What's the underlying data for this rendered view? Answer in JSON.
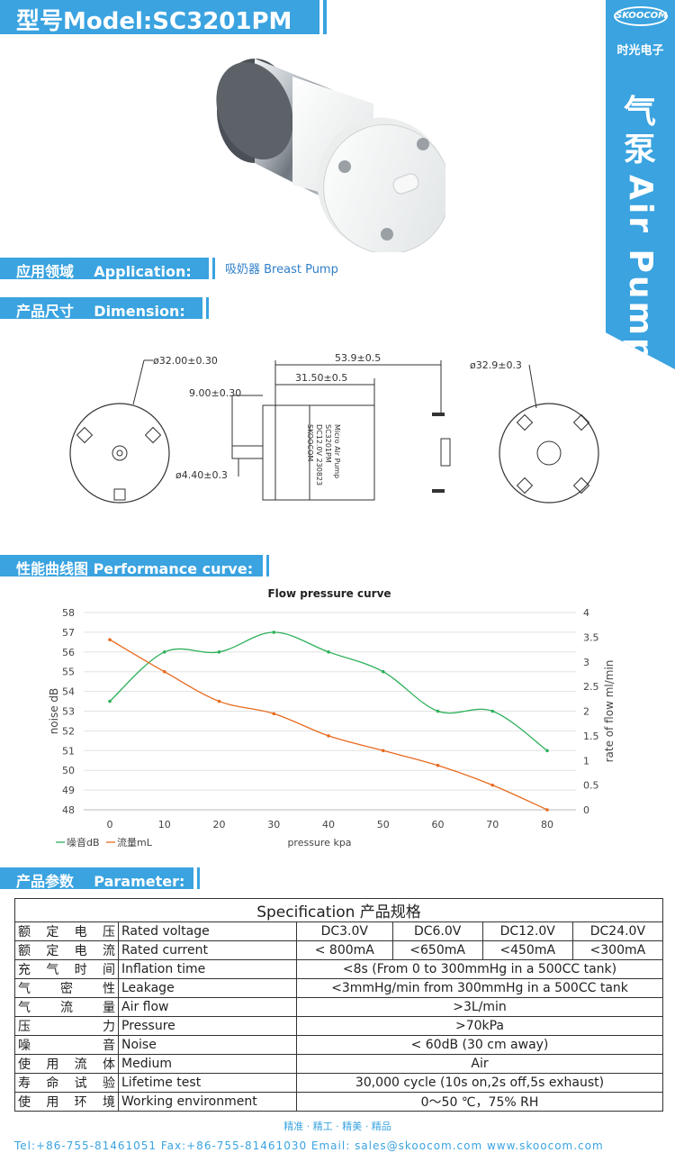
{
  "header": {
    "model_title": "型号Model:SC3201PM"
  },
  "logo": {
    "brand": "SKOOCOM",
    "cn": "时光电子"
  },
  "side": {
    "cn": "气泵",
    "en": "Air Pump"
  },
  "sections": {
    "application": "应用领域    Application:",
    "dimension": "产品尺寸    Dimension:",
    "performance": "性能曲线图 Performance curve:",
    "parameter": "产品参数    Parameter:"
  },
  "application_value": "吸奶器 Breast Pump",
  "dimensions": {
    "d1": "ø32.00±0.30",
    "l1": "53.9±0.5",
    "l2": "31.50±0.5",
    "l3": "9.00±0.30",
    "d2": "ø4.40±0.3",
    "d3": "ø32.9±0.3"
  },
  "motor_label": [
    "Micro Air Pump",
    "SC3201PM",
    "DC12.0V 230823",
    "SKOOCOM"
  ],
  "chart_data": {
    "type": "line",
    "title": "Flow pressure curve",
    "xlabel": "pressure kpa",
    "ylabel": "noise dB",
    "y2label": "rate of flow ml/min",
    "x": [
      0,
      10,
      20,
      30,
      40,
      50,
      60,
      70,
      80
    ],
    "xticks": [
      "0",
      "10",
      "20",
      "30",
      "40",
      "50",
      "60",
      "70",
      "80"
    ],
    "yticks": [
      "48",
      "49",
      "50",
      "51",
      "52",
      "53",
      "54",
      "55",
      "56",
      "57",
      "58"
    ],
    "y2ticks": [
      "0",
      "0.5",
      "1",
      "1.5",
      "2",
      "2.5",
      "3",
      "3.5",
      "4"
    ],
    "ylim": [
      48,
      58
    ],
    "y2lim": [
      0,
      4
    ],
    "series": [
      {
        "name": "噪音dB",
        "axis": "left",
        "color": "#2db05a",
        "values": [
          53.5,
          56,
          56,
          57,
          56,
          55,
          53,
          53,
          51
        ]
      },
      {
        "name": "流量mL",
        "axis": "right",
        "color": "#e86a1f",
        "values": [
          3.45,
          2.8,
          2.2,
          1.95,
          1.5,
          1.2,
          0.9,
          0.5,
          0
        ]
      }
    ],
    "legend_position": "bottom-left",
    "grid": true
  },
  "spec": {
    "caption": "Specification 产品规格",
    "rows": [
      {
        "cn": "额定电压",
        "en": "Rated voltage",
        "vals": [
          "DC3.0V",
          "DC6.0V",
          "DC12.0V",
          "DC24.0V"
        ]
      },
      {
        "cn": "额定电流",
        "en": "Rated current",
        "vals": [
          "< 800mA",
          "<650mA",
          "<450mA",
          "<300mA"
        ]
      },
      {
        "cn": "充气时间",
        "en": "Inflation time",
        "vals": [
          "<8s (From 0 to 300mmHg in a 500CC tank)"
        ]
      },
      {
        "cn": "气密性",
        "en": "Leakage",
        "vals": [
          "<3mmHg/min from 300mmHg in a 500CC tank"
        ]
      },
      {
        "cn": "气流量",
        "en": "Air flow",
        "vals": [
          ">3L/min"
        ]
      },
      {
        "cn": "压力",
        "en": "Pressure",
        "vals": [
          ">70kPa"
        ]
      },
      {
        "cn": "噪音",
        "en": "Noise",
        "vals": [
          "< 60dB  (30 cm away)"
        ]
      },
      {
        "cn": "使用流体",
        "en": "Medium",
        "vals": [
          "Air"
        ]
      },
      {
        "cn": "寿命试验",
        "en": "Lifetime test",
        "vals": [
          "30,000 cycle (10s on,2s off,5s exhaust)"
        ]
      },
      {
        "cn": "使用环境",
        "en": "Working environment",
        "vals": [
          "0～50 ℃，75% RH"
        ]
      }
    ]
  },
  "footer": {
    "slogan": "精准 · 精工 · 精美 · 精品",
    "contact": "Tel:+86-755-81461051  Fax:+86-755-81461030  Email: sales@skoocom.com   www.skoocom.com"
  },
  "colors": {
    "accent": "#3aa3e0",
    "noise": "#2db05a",
    "flow": "#e86a1f"
  }
}
